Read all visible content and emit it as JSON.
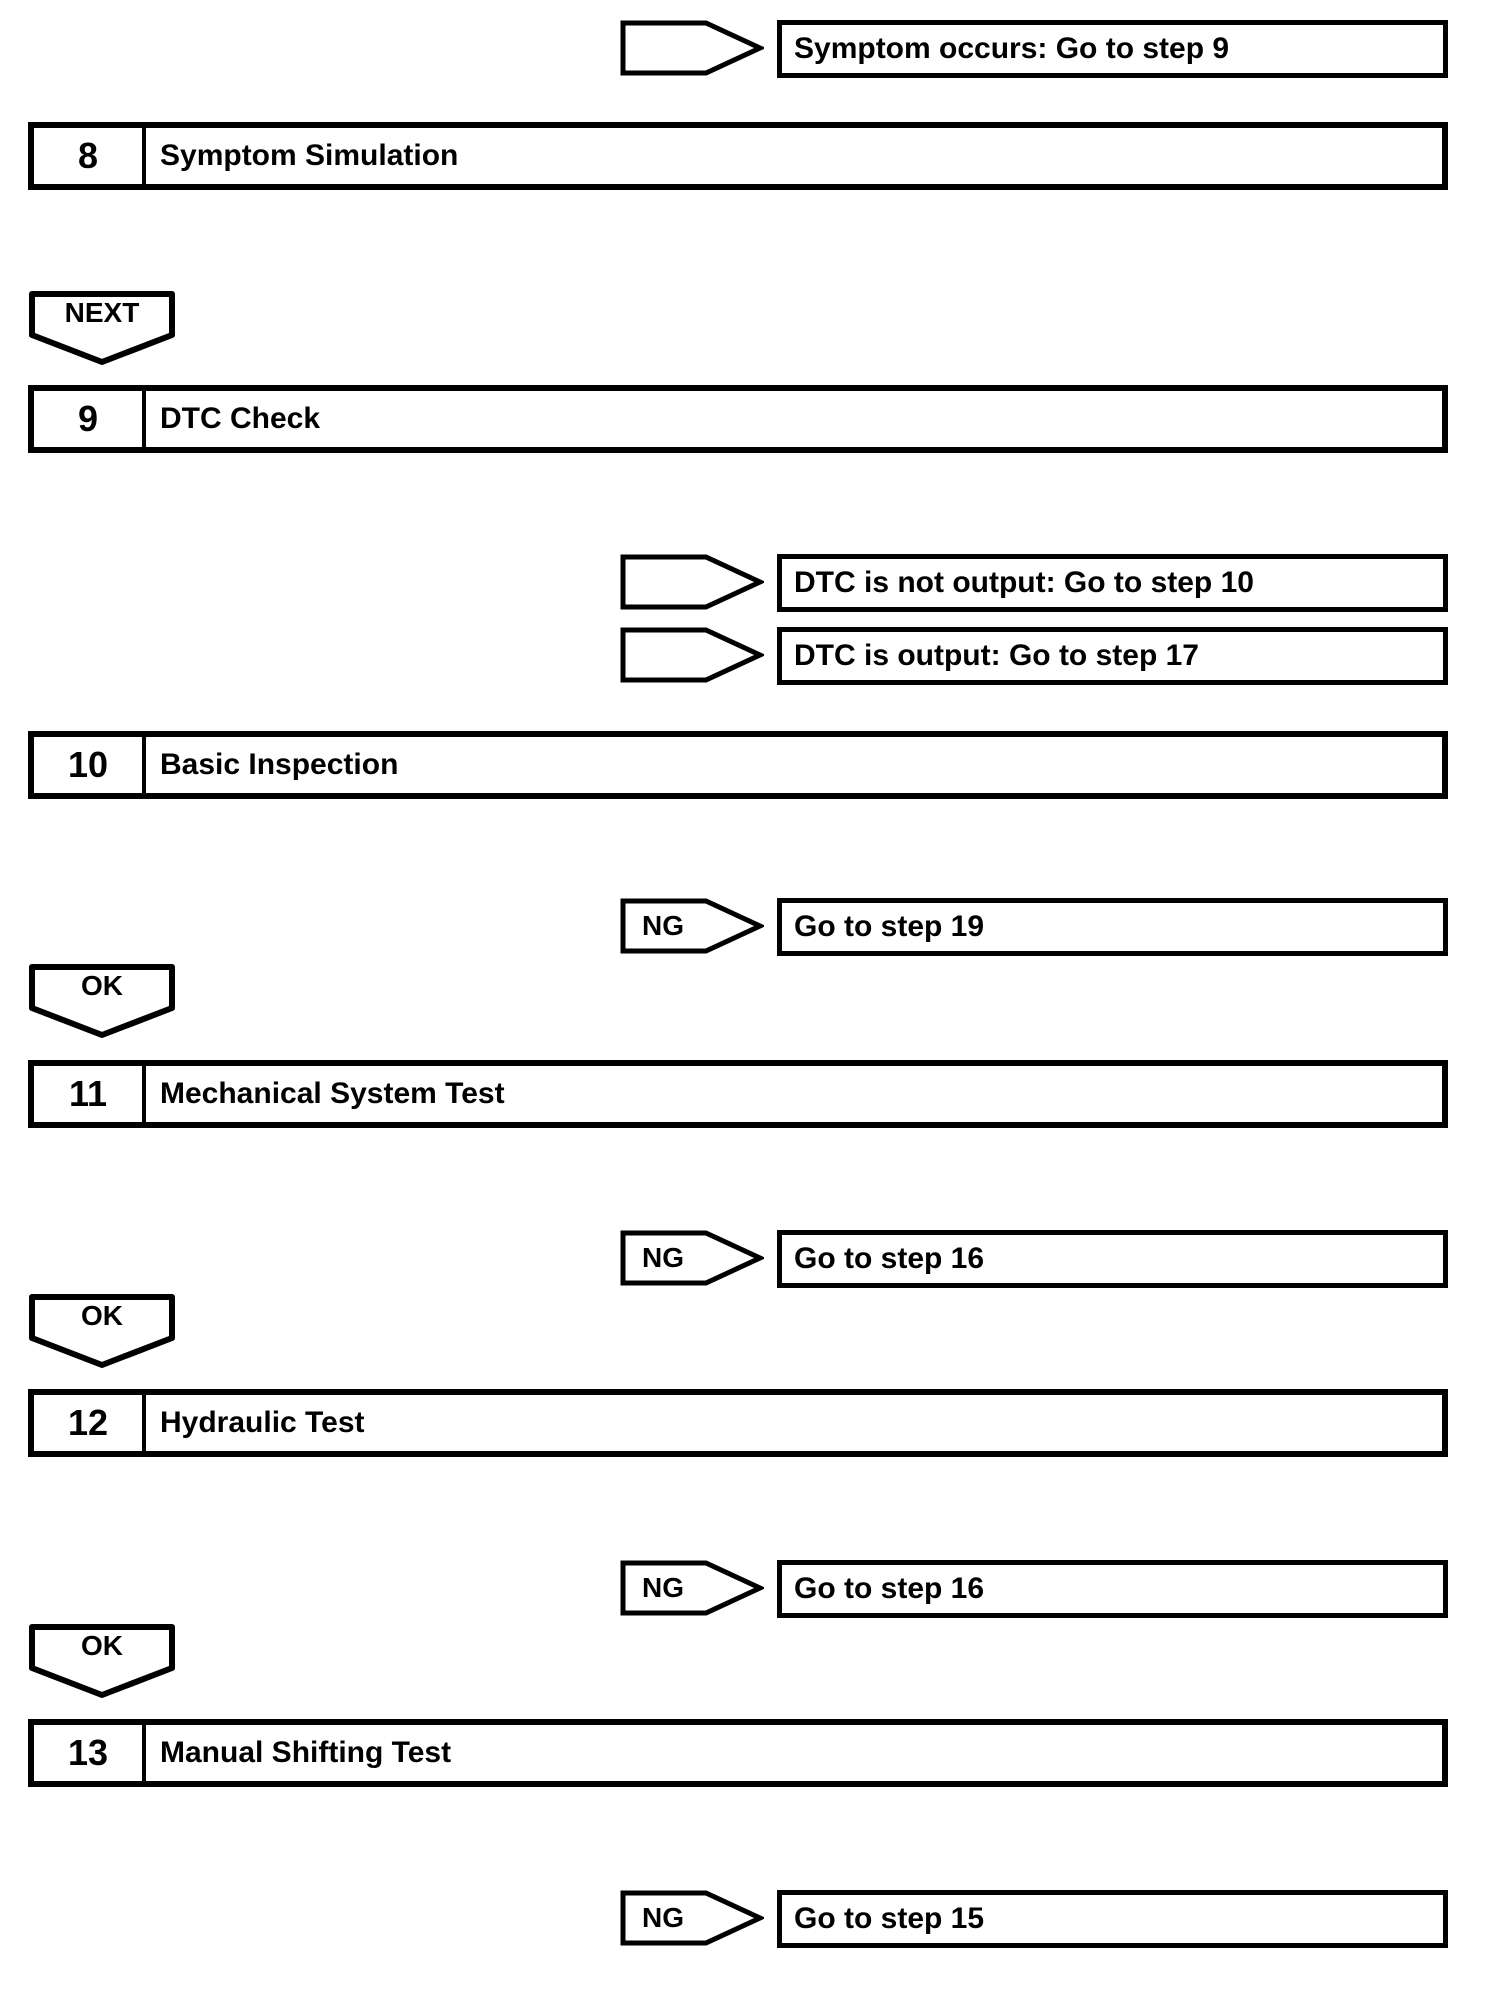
{
  "document": {
    "background": "#ffffff",
    "ink": "#000000"
  },
  "steps": [
    {
      "number": "8",
      "title": "Symptom Simulation"
    },
    {
      "number": "9",
      "title": "DTC Check"
    },
    {
      "number": "10",
      "title": "Basic Inspection"
    },
    {
      "number": "11",
      "title": "Mechanical System Test"
    },
    {
      "number": "12",
      "title": "Hydraulic Test"
    },
    {
      "number": "13",
      "title": "Manual Shifting Test"
    }
  ],
  "connectors": [
    {
      "label": "NEXT"
    },
    {
      "label": "OK"
    },
    {
      "label": "OK"
    },
    {
      "label": "OK"
    }
  ],
  "results": [
    {
      "arrow_label": "",
      "text": "Symptom occurs: Go to step 9"
    },
    {
      "arrow_label": "",
      "text": "DTC is not output: Go to step 10"
    },
    {
      "arrow_label": "",
      "text": "DTC is output: Go to step 17"
    },
    {
      "arrow_label": "NG",
      "text": "Go to step 19"
    },
    {
      "arrow_label": "NG",
      "text": "Go to step 16"
    },
    {
      "arrow_label": "NG",
      "text": "Go to step 16"
    },
    {
      "arrow_label": "NG",
      "text": "Go to step 15"
    }
  ]
}
